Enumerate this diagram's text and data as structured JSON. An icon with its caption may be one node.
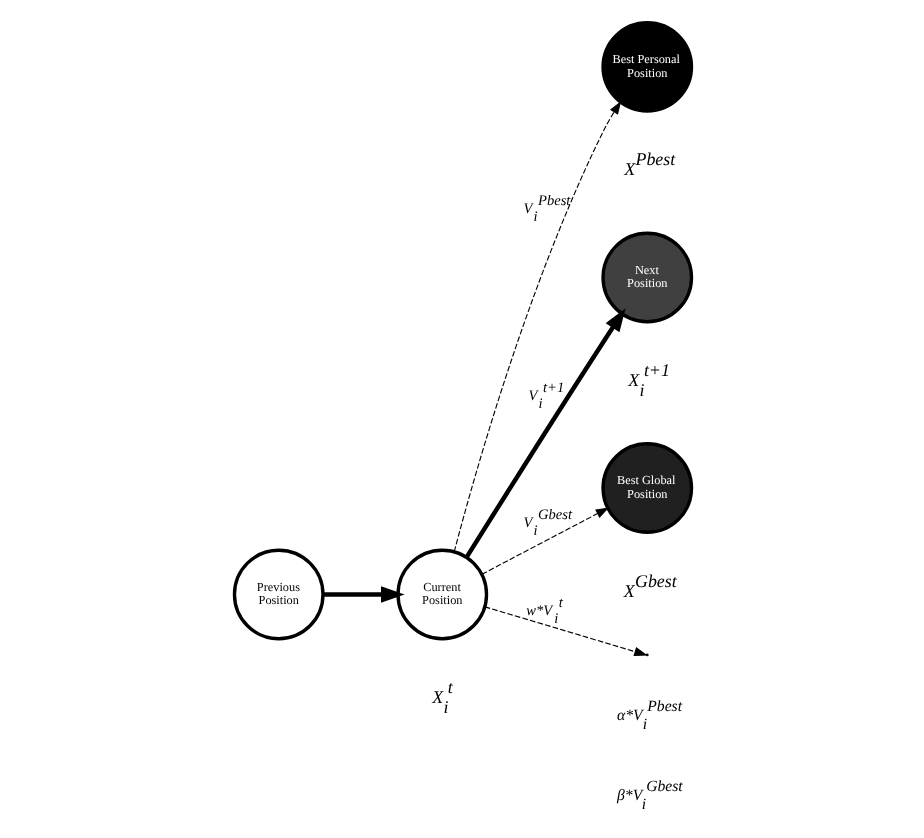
{
  "diagram": {
    "nodes": [
      {
        "text": [
          "Previous Position"
        ]
      },
      {
        "text": [
          "Current Position"
        ],
        "beside": [
          "X$_{i}$$^{t}$"
        ]
      },
      {
        "text": [
          "Best Personal Position"
        ],
        "beside": [
          "X$^{Pbest}$"
        ]
      },
      {
        "text": [
          "Next Position"
        ],
        "beside": [
          "X$_{i}$$^{t+1}$"
        ]
      },
      {
        "text": [
          "Best Global Position"
        ],
        "beside": [
          "X$^{Gbest}$"
        ]
      }
    ],
    "edges": [
      {
        "from": 0,
        "to": 1,
        "arrow": "to",
        "style": "thick"
      },
      {
        "from": 1,
        "to": 2,
        "arrow": "to",
        "style": "dashed",
        "label": "V$_{i}$$^{Pbest}$"
      },
      {
        "from": 1,
        "to": 3,
        "arrow": "to",
        "style": "thick",
        "label": "V$_{i}$$^{t+1}$"
      },
      {
        "from": 1,
        "to": 4,
        "arrow": "to",
        "style": "dashed",
        "label": "V$_{i}$$^{Gbest}$"
      },
      {
        "from": 1,
        "to": null,
        "arrow": "to",
        "style": "dashed",
        "label": "w*V$_{i}$$^{t}$"
      }
    ],
    "labels": [
      "α*V$_{i}$$^{Pbest}$",
      "β*V$_{i}$$^{Gbest}$"
    ]
  }
}
